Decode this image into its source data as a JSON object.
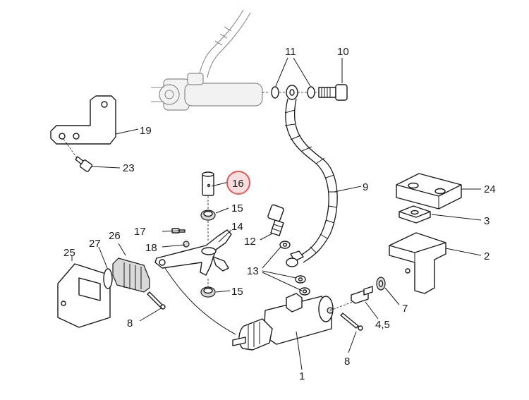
{
  "diagram": {
    "highlight_color": "#e05a5a",
    "highlighted_callout": "16",
    "callouts": {
      "c1": "1",
      "c2": "2",
      "c3": "3",
      "c4_5": "4,5",
      "c7": "7",
      "c8a": "8",
      "c8b": "8",
      "c9": "9",
      "c10": "10",
      "c11": "11",
      "c12": "12",
      "c13": "13",
      "c14": "14",
      "c15a": "15",
      "c15b": "15",
      "c16": "16",
      "c17": "17",
      "c18": "18",
      "c19": "19",
      "c23": "23",
      "c24": "24",
      "c25": "25",
      "c26": "26",
      "c27": "27"
    }
  }
}
